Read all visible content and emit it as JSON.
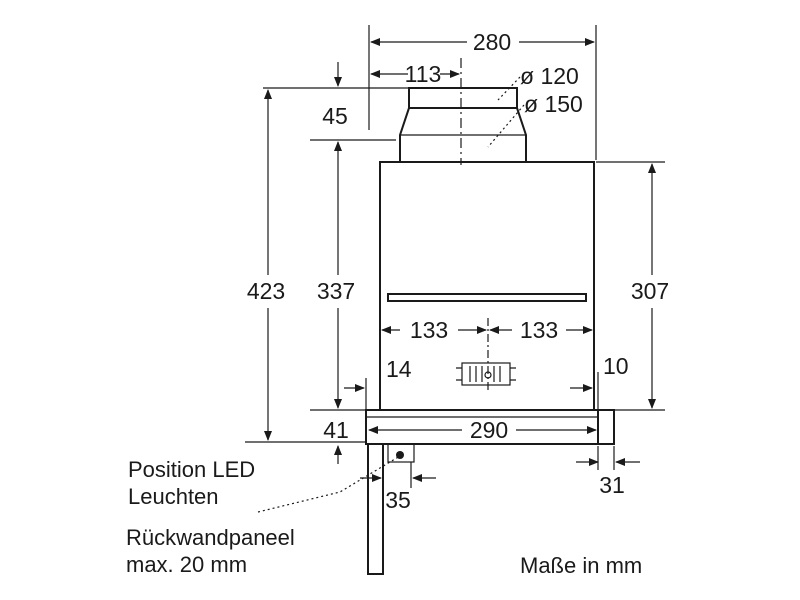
{
  "dimensions": {
    "width_top": "280",
    "duct_offset": "113",
    "duct_small": "ø 120",
    "duct_large": "ø 150",
    "collar_height": "45",
    "total_height": "423",
    "body_height_left": "337",
    "body_height_right": "307",
    "half_width_left": "133",
    "half_width_right": "133",
    "left_inset": "14",
    "right_inset": "10",
    "bottom_height": "41",
    "panel_width": "290",
    "panel_depth": "31",
    "led_offset": "35"
  },
  "labels": {
    "led_position_line1": "Position LED",
    "led_position_line2": "Leuchten",
    "back_panel_line1": "Rückwandpaneel",
    "back_panel_line2": "max. 20 mm",
    "units_note": "Maße in mm"
  }
}
